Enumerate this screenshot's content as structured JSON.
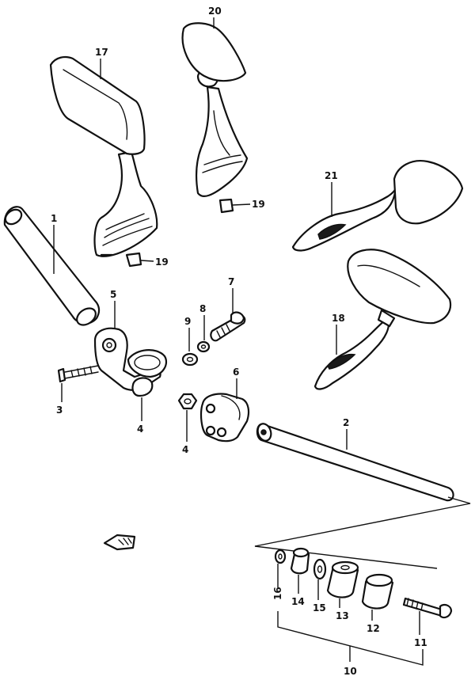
{
  "labels": {
    "p1": "1",
    "p2": "2",
    "p3": "3",
    "p4a": "4",
    "p4b": "4",
    "p5": "5",
    "p6": "6",
    "p7": "7",
    "p8": "8",
    "p9": "9",
    "p10": "10",
    "p11": "11",
    "p12": "12",
    "p13": "13",
    "p14": "14",
    "p15": "15",
    "p16": "16",
    "p17": "17",
    "p18": "18",
    "p19a": "19",
    "p19b": "19",
    "p20": "20",
    "p21": "21"
  },
  "colors": {
    "line": "#111111",
    "background": "#ffffff"
  }
}
